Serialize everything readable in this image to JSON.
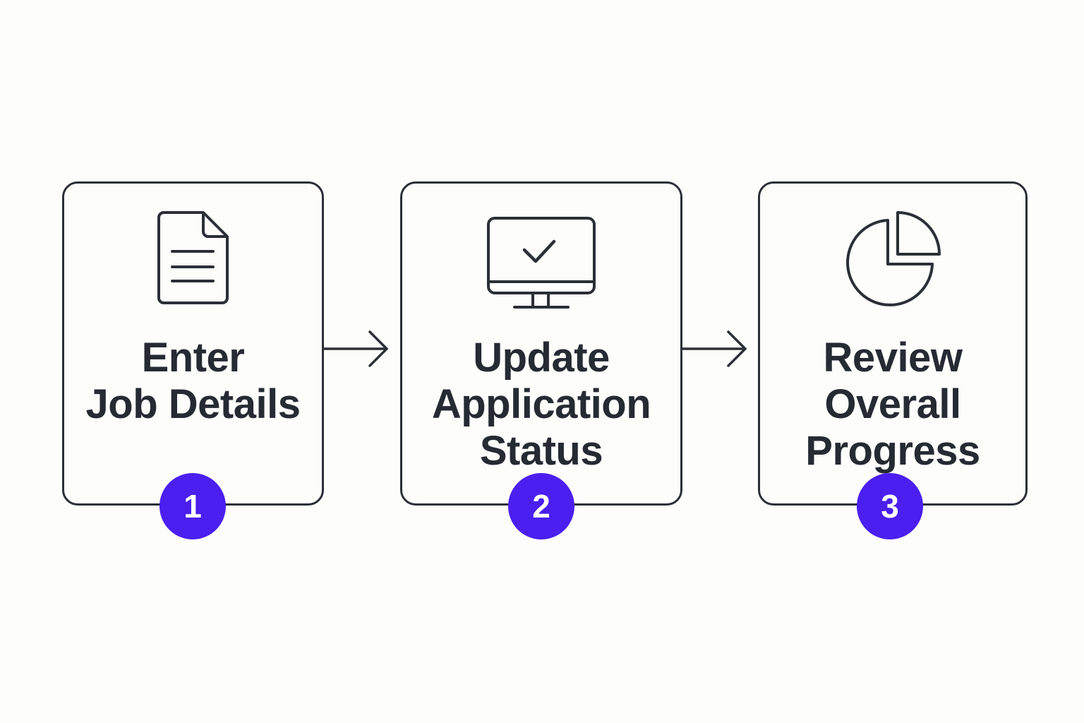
{
  "steps": [
    {
      "number": "1",
      "lines": [
        "Enter",
        "Job Details"
      ],
      "icon": "document-icon"
    },
    {
      "number": "2",
      "lines": [
        "Update",
        "Application",
        "Status"
      ],
      "icon": "monitor-check-icon"
    },
    {
      "number": "3",
      "lines": [
        "Review",
        "Overall",
        "Progress"
      ],
      "icon": "pie-chart-icon"
    }
  ],
  "colors": {
    "accent": "#4a1fef",
    "stroke": "#2b2f36",
    "text": "#262a33",
    "background": "#fdfdfc"
  }
}
